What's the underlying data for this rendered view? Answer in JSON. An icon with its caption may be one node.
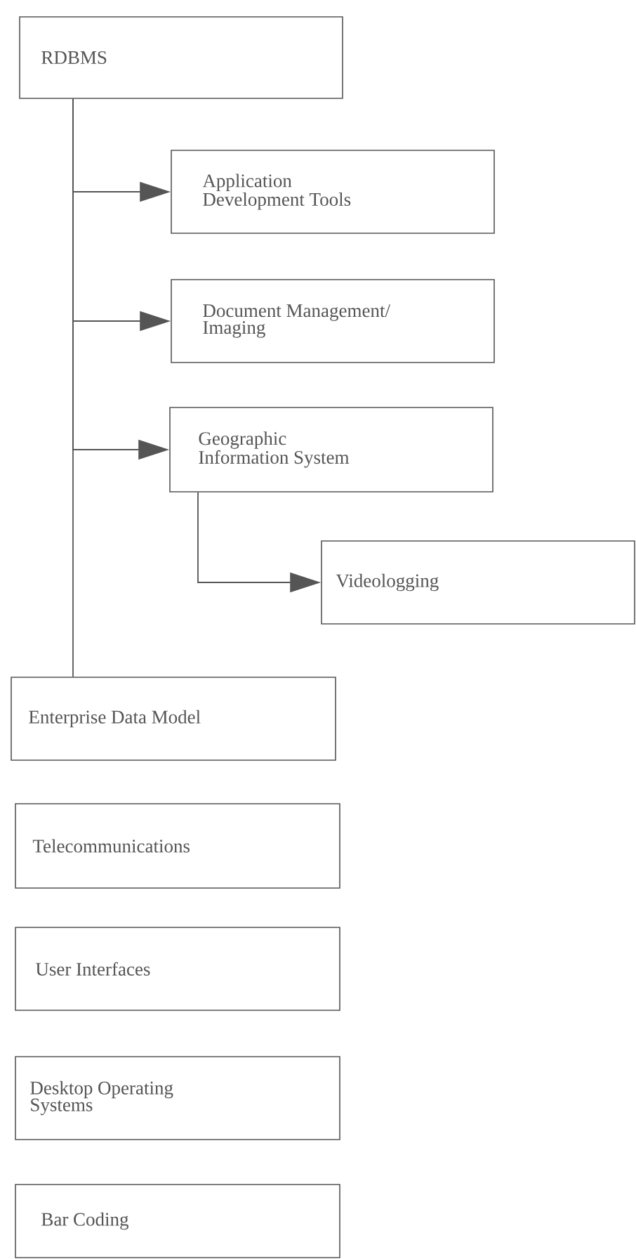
{
  "diagram": {
    "nodes": [
      {
        "text": [
          "RDBMS"
        ]
      },
      {
        "text": [
          "Application Development Tools"
        ]
      },
      {
        "text": [
          "Document Management/ Imaging"
        ]
      },
      {
        "text": [
          "Geographic Information System"
        ]
      },
      {
        "text": [
          "Videologging"
        ]
      },
      {
        "text": [
          "Enterprise Data Model"
        ]
      },
      {
        "text": [
          "Telecommunications"
        ]
      },
      {
        "text": [
          "User Interfaces"
        ]
      },
      {
        "text": [
          "Desktop Operating Systems"
        ]
      },
      {
        "text": [
          "Bar Coding"
        ]
      }
    ],
    "edges": [
      {
        "from": 0,
        "to": 1,
        "arrow": "to"
      },
      {
        "from": 0,
        "to": 2,
        "arrow": "to"
      },
      {
        "from": 0,
        "to": 3,
        "arrow": "to"
      },
      {
        "from": 0,
        "to": 5,
        "arrow": "none"
      },
      {
        "from": 3,
        "to": 4,
        "arrow": "to"
      }
    ]
  }
}
